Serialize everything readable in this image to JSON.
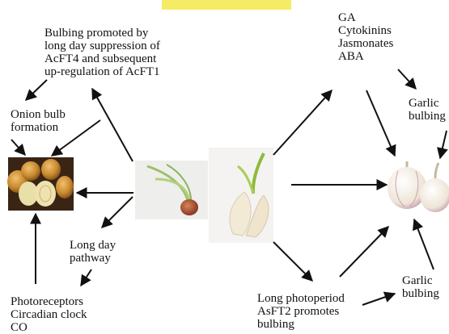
{
  "labels": {
    "bulbing_promoted": "Bulbing promoted by\nlong day suppression of\nAcFT4 and subsequent\nup-regulation of AcFT1",
    "onion_bulb_formation": "Onion bulb\nformation",
    "long_day_pathway": "Long day\npathway",
    "photoreceptors": "Photoreceptors\nCircadian clock\nCO",
    "hormones": "GA\nCytokinins\nJasmonates\nABA",
    "garlic_bulbing_top": "Garlic\nbulbing",
    "garlic_bulbing_bottom": "Garlic\nbulbing",
    "long_photoperiod": "Long photoperiod\nAsFT2 promotes\nbulbing"
  },
  "colors": {
    "banner": "#f5e84a",
    "arrow": "#111111",
    "onion_skin": "#c98a2e",
    "onion_dark": "#5a2a12",
    "garlic": "#f1eadf",
    "garlic_purple": "#b98aa0"
  }
}
